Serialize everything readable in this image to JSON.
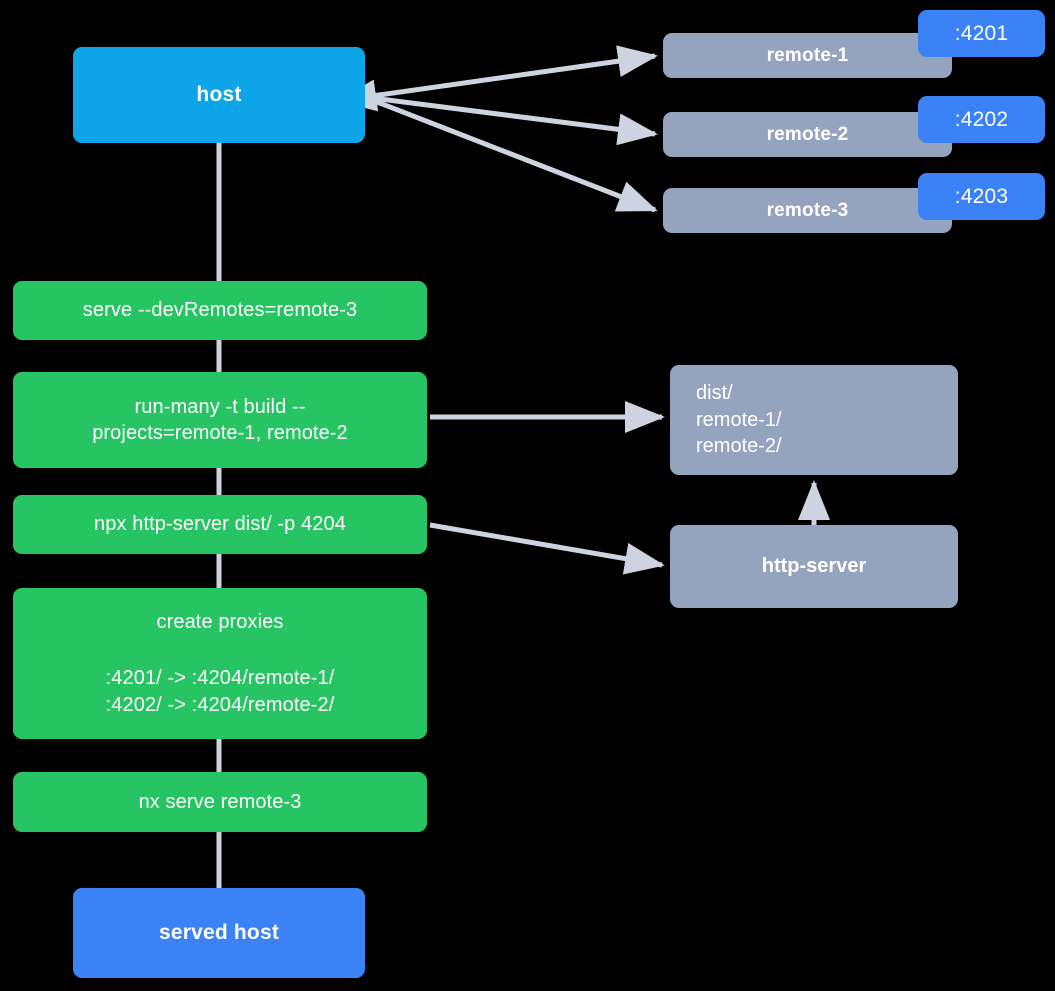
{
  "diagram": {
    "title": "Nx module federation host and remotes serve flow",
    "background": "#000000",
    "edge_color": "#cdd3e0"
  },
  "colors": {
    "host_blue": "#0da5e8",
    "served_host_blue": "#3b82f6",
    "remote_gray": "#94a3be",
    "command_green": "#27c463",
    "port_badge_blue": "#3b82f6",
    "edge_gray": "#cdd3e0",
    "text_white": "#ffffff"
  },
  "nodes": {
    "host": {
      "label": "host"
    },
    "served_host": {
      "label": "served host"
    },
    "remotes": [
      {
        "label": "remote-1",
        "port": ":4201"
      },
      {
        "label": "remote-2",
        "port": ":4202"
      },
      {
        "label": "remote-3",
        "port": ":4203"
      }
    ],
    "dist": {
      "root": "dist/",
      "children": [
        "remote-1/",
        "remote-2/"
      ]
    },
    "http_server": {
      "label": "http-server"
    }
  },
  "commands": [
    {
      "id": "serve-devremotes",
      "text": "serve --devRemotes=remote-3"
    },
    {
      "id": "run-many-build",
      "text": "run-many -t build --\nprojects=remote-1, remote-2"
    },
    {
      "id": "npx-http-server",
      "text": "npx http-server dist/ -p 4204"
    },
    {
      "id": "create-proxies",
      "title": "create proxies",
      "mappings": [
        ":4201/ -> :4204/remote-1/",
        ":4202/ -> :4204/remote-2/"
      ]
    },
    {
      "id": "nx-serve-remote-3",
      "text": "nx serve remote-3"
    }
  ],
  "edges": [
    {
      "from": "host",
      "to": "remote-1",
      "arrowhead": "both"
    },
    {
      "from": "host",
      "to": "remote-2",
      "arrowhead": "end"
    },
    {
      "from": "host",
      "to": "remote-3",
      "arrowhead": "end"
    },
    {
      "from": "run-many-build",
      "to": "dist",
      "arrowhead": "end"
    },
    {
      "from": "npx-http-server",
      "to": "http-server",
      "arrowhead": "end"
    },
    {
      "from": "http-server",
      "to": "dist",
      "arrowhead": "end"
    },
    {
      "from": "host",
      "to": "served-host",
      "arrowhead": "none"
    }
  ]
}
